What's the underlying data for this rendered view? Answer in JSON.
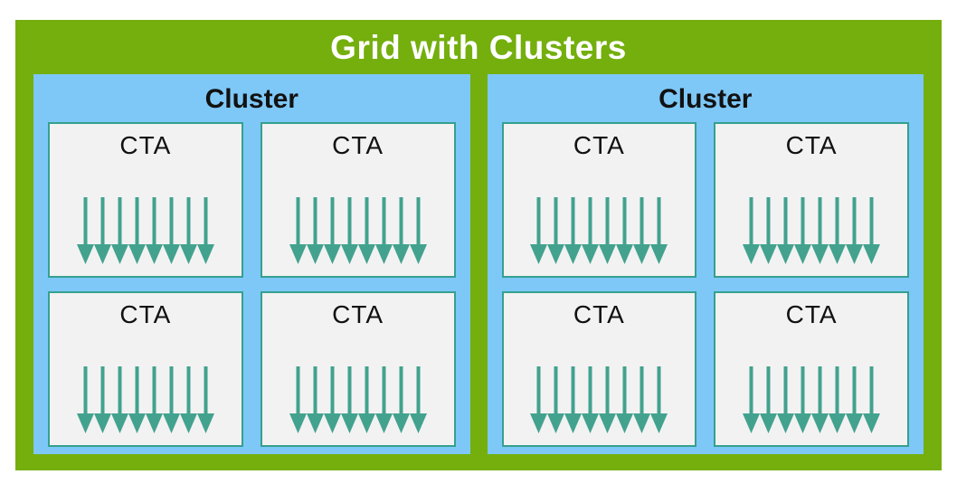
{
  "title": "Grid with Clusters",
  "grid": {
    "title": "Grid with Clusters",
    "clusters": [
      {
        "label": "Cluster",
        "ctas": [
          {
            "label": "CTA",
            "arrow_count": 8
          },
          {
            "label": "CTA",
            "arrow_count": 8
          },
          {
            "label": "CTA",
            "arrow_count": 8
          },
          {
            "label": "CTA",
            "arrow_count": 8
          }
        ]
      },
      {
        "label": "Cluster",
        "ctas": [
          {
            "label": "CTA",
            "arrow_count": 8
          },
          {
            "label": "CTA",
            "arrow_count": 8
          },
          {
            "label": "CTA",
            "arrow_count": 8
          },
          {
            "label": "CTA",
            "arrow_count": 8
          }
        ]
      }
    ]
  },
  "icons": {
    "thread_arrow_icon": "↓"
  },
  "colors": {
    "page_background": "#ffffff",
    "grid_green": "#74AF0D",
    "cluster_blue": "#7EC8F8",
    "cta_bg": "#F2F2F2",
    "cta_border": "#35A08E",
    "arrow_teal": "#42A28E",
    "title_text": "#FFFFFF",
    "label_text": "#121212"
  }
}
